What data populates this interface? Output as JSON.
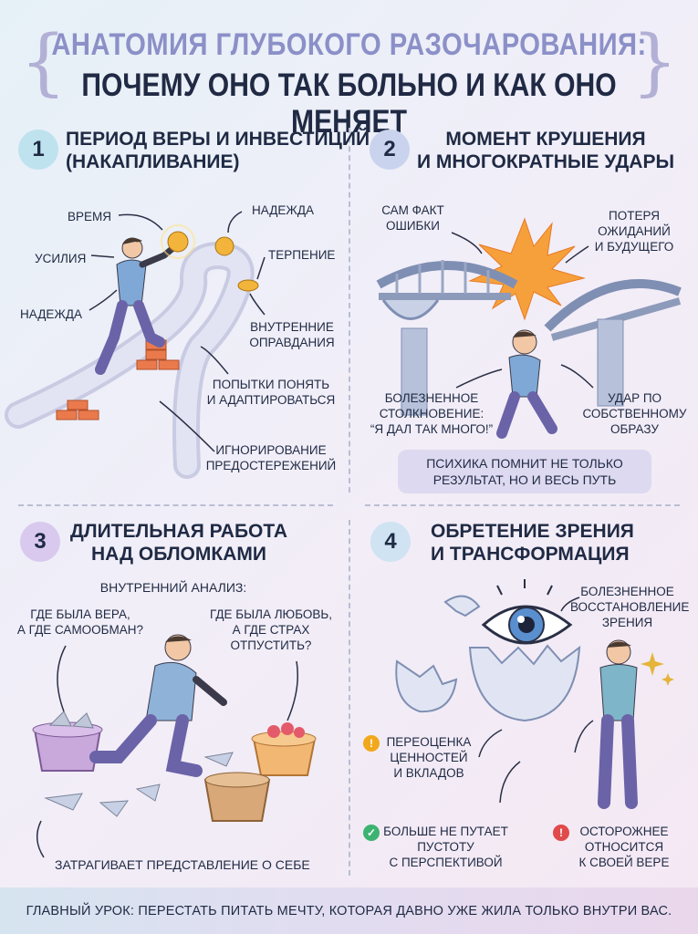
{
  "header": {
    "title_line1": "АНАТОМИЯ ГЛУБОКОГО РАЗОЧАРОВАНИЯ:",
    "title_line2": "ПОЧЕМУ ОНО ТАК БОЛЬНО И КАК ОНО МЕНЯЕТ"
  },
  "sections": [
    {
      "number": "1",
      "title_lines": [
        "ПЕРИОД ВЕРЫ И ИНВЕСТИЦИЙ",
        "(НАКАПЛИВАНИЕ)"
      ],
      "labels": {
        "time": "ВРЕМЯ",
        "hope_top": "НАДЕЖДА",
        "effort": "УСИЛИЯ",
        "patience": "ТЕРПЕНИЕ",
        "hope_left": "НАДЕЖДА",
        "justifications": [
          "ВНУТРЕННИЕ",
          "ОПРАВДАНИЯ"
        ],
        "attempts": [
          "ПОПЫТКИ ПОНЯТЬ",
          "И АДАПТИРОВАТЬСЯ"
        ],
        "ignoring": [
          "ИГНОРИРОВАНИЕ",
          "ПРЕДОСТЕРЕЖЕНИЙ"
        ]
      }
    },
    {
      "number": "2",
      "title_lines": [
        "МОМЕНТ КРУШЕНИЯ",
        "И МНОГОКРАТНЫЕ УДАРЫ"
      ],
      "labels": {
        "mistake": [
          "САМ ФАКТ",
          "ОШИБКИ"
        ],
        "loss": [
          "ПОТЕРЯ",
          "ОЖИДАНИЙ",
          "И БУДУЩЕГО"
        ],
        "collision": [
          "БОЛЕЗНЕННОЕ",
          "СТОЛКНОВЕНИЕ:",
          "“Я ДАЛ ТАК МНОГО!”"
        ],
        "blow": [
          "УДАР ПО",
          "СОБСТВЕННОМУ",
          "ОБРАЗУ"
        ],
        "callout": [
          "ПСИХИКА ПОМНИТ НЕ ТОЛЬКО",
          "РЕЗУЛЬТАТ, НО И ВЕСЬ ПУТЬ"
        ]
      }
    },
    {
      "number": "3",
      "title_lines": [
        "ДЛИТЕЛЬНАЯ РАБОТА",
        "НАД ОБЛОМКАМИ"
      ],
      "labels": {
        "analysis": "ВНУТРЕННИЙ АНАЛИЗ:",
        "faith": [
          "ГДЕ БЫЛА ВЕРА,",
          "А ГДЕ САМООБМАН?"
        ],
        "love": [
          "ГДЕ БЫЛА ЛЮБОВЬ,",
          "А ГДЕ СТРАХ",
          "ОТПУСТИТЬ?"
        ],
        "self_image": "ЗАТРАГИВАЕТ ПРЕДСТАВЛЕНИЕ О СЕБЕ"
      }
    },
    {
      "number": "4",
      "title_lines": [
        "ОБРЕТЕНИЕ ЗРЕНИЯ",
        "И ТРАНСФОРМАЦИЯ"
      ],
      "labels": {
        "recovery": [
          "БОЛЕЗНЕННОЕ",
          "ВОССТАНОВЛЕНИЕ",
          "ЗРЕНИЯ"
        ],
        "reassessment": [
          "ПЕРЕОЦЕНКА",
          "ЦЕННОСТЕЙ",
          "И ВКЛАДОВ"
        ],
        "no_confuse": [
          "БОЛЬШЕ НЕ ПУТАЕТ",
          "ПУСТОТУ",
          "С ПЕРСПЕКТИВОЙ"
        ],
        "careful": [
          "ОСТОРОЖНЕЕ",
          "ОТНОСИТСЯ",
          "К СВОЕЙ ВЕРЕ"
        ]
      }
    }
  ],
  "footer": {
    "text": "ГЛАВНЫЙ УРОК: ПЕРЕСТАТЬ ПИТАТЬ МЕЧТУ, КОТОРАЯ ДАВНО УЖЕ ЖИЛА ТОЛЬКО ВНУТРИ ВАС."
  },
  "colors": {
    "circle1": "#bfe2ef",
    "circle2": "#c9d3ee",
    "circle3": "#d9c9ee",
    "circle4": "#cfe3f2",
    "accent_purple": "#8c90c8",
    "warn": "#f2a81d",
    "ok": "#3cb371",
    "danger": "#e04a4a"
  },
  "icons": [
    "brace-left-icon",
    "brace-right-icon",
    "coin-icon",
    "brick-icon",
    "bridge-icon",
    "explosion-icon",
    "eye-icon",
    "eggshell-icon",
    "basket-icon",
    "sparkle-icon",
    "warning-icon",
    "check-icon",
    "alert-icon"
  ]
}
